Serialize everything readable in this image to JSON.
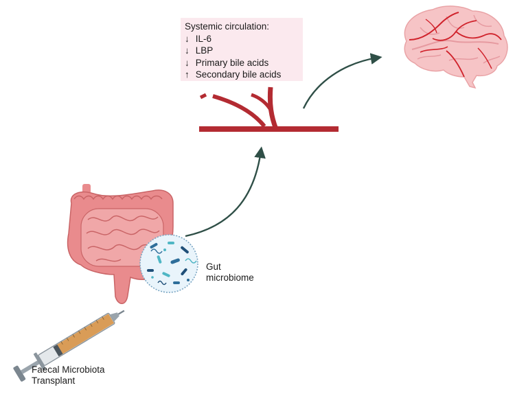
{
  "circulation": {
    "title": "Systemic circulation:",
    "items": [
      {
        "arrow": "↓",
        "text": "IL-6"
      },
      {
        "arrow": "↓",
        "text": "LBP"
      },
      {
        "arrow": "↓",
        "text": "Primary bile acids"
      },
      {
        "arrow": "↑",
        "text": "Secondary bile acids"
      }
    ]
  },
  "gut_microbiome": {
    "line1": "Gut",
    "line2": "microbiome"
  },
  "fmt": {
    "line1": "Faecal Microbiota",
    "line2": "Transplant"
  },
  "colors": {
    "vessel": "#b32b32",
    "arrow": "#2f4f47",
    "brain_fill": "#f6c4c6",
    "brain_vessel": "#d0222b",
    "intestine": "#e98b8d",
    "intestine_dark": "#c96466",
    "microbe_bg": "#e9f4fb",
    "syringe_liquid": "#d8954a",
    "circ_box_bg": "#fbe9ee"
  }
}
